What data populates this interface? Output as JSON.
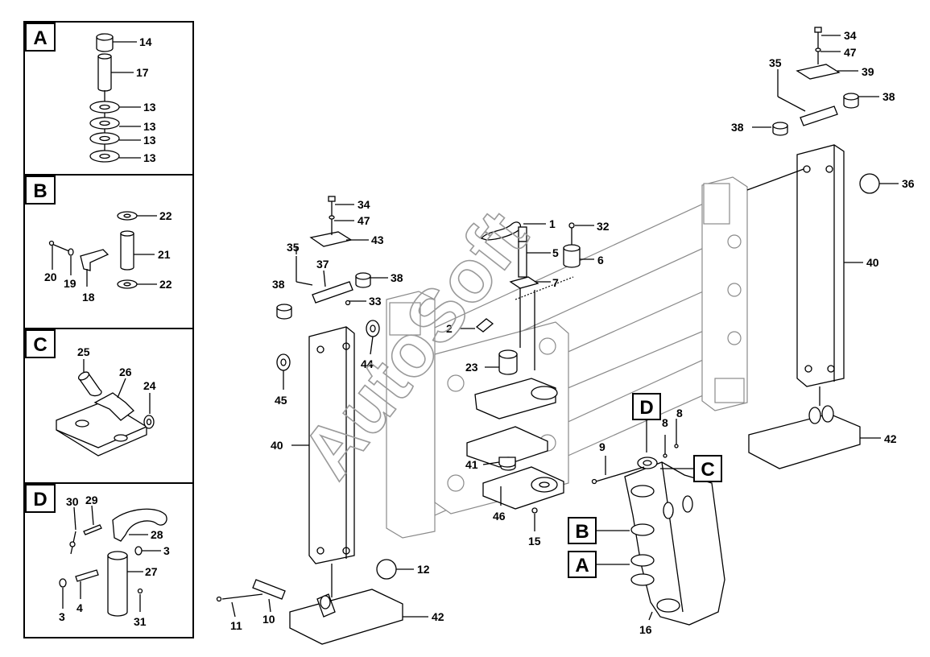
{
  "watermark": "AutoSoft",
  "panels": [
    {
      "letter": "A",
      "numbers": [
        "14",
        "17",
        "13",
        "13",
        "13",
        "13"
      ]
    },
    {
      "letter": "B",
      "numbers": [
        "22",
        "21",
        "22",
        "20",
        "19",
        "18"
      ]
    },
    {
      "letter": "C",
      "numbers": [
        "25",
        "26",
        "24"
      ]
    },
    {
      "letter": "D",
      "numbers": [
        "30",
        "29",
        "28",
        "3",
        "27",
        "3",
        "4",
        "31"
      ]
    }
  ],
  "callouts": {
    "letters": [
      "D",
      "C",
      "B",
      "A"
    ],
    "left_column": [
      "34",
      "47",
      "43",
      "35",
      "37",
      "38",
      "38",
      "33",
      "44",
      "45",
      "40",
      "12",
      "11",
      "10",
      "42"
    ],
    "center": [
      "1",
      "32",
      "5",
      "6",
      "7",
      "2",
      "23",
      "41",
      "46",
      "15"
    ],
    "bracket": [
      "8",
      "8",
      "9",
      "16"
    ],
    "right_column": [
      "34",
      "47",
      "35",
      "39",
      "38",
      "38",
      "36",
      "40",
      "42"
    ]
  }
}
